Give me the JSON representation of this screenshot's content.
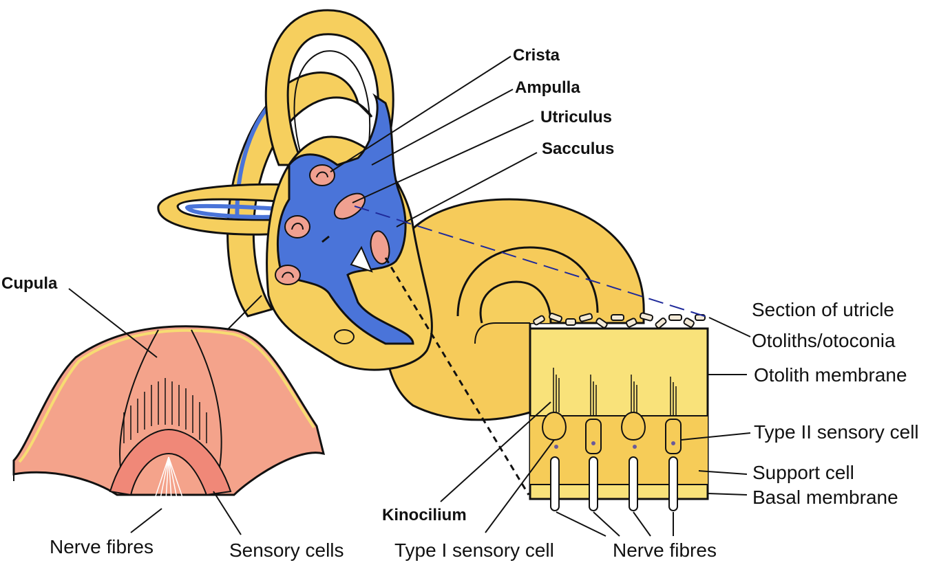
{
  "diagram": {
    "title": "Vestibular apparatus of the inner ear",
    "colors": {
      "bone": "#f6cf5e",
      "bone_light": "#f7dc72",
      "endolymph": "#4a74d9",
      "sensory": "#f0a090",
      "cupula": "#f4a38b",
      "outline": "#111111",
      "otolith": "#f3ead8"
    },
    "labelrow_top": [
      {
        "id": "crista",
        "text": "Crista"
      },
      {
        "id": "ampulla",
        "text": "Ampulla"
      },
      {
        "id": "utriculus",
        "text": "Utriculus"
      },
      {
        "id": "sacculus",
        "text": "Sacculus"
      }
    ],
    "cupula_panel": {
      "cupula": "Cupula",
      "nerve_fibres": "Nerve fibres",
      "sensory_cells": "Sensory cells"
    },
    "utricle_panel": {
      "section_of_utricle": "Section of utricle",
      "otoliths": "Otoliths/otoconia",
      "otolith_membrane": "Otolith membrane",
      "type2_cell": "Type II sensory cell",
      "support_cell": "Support cell",
      "basal_membrane": "Basal membrane",
      "kinocilium": "Kinocilium",
      "type1_cell": "Type I sensory cell",
      "nerve_fibres": "Nerve fibres"
    }
  }
}
